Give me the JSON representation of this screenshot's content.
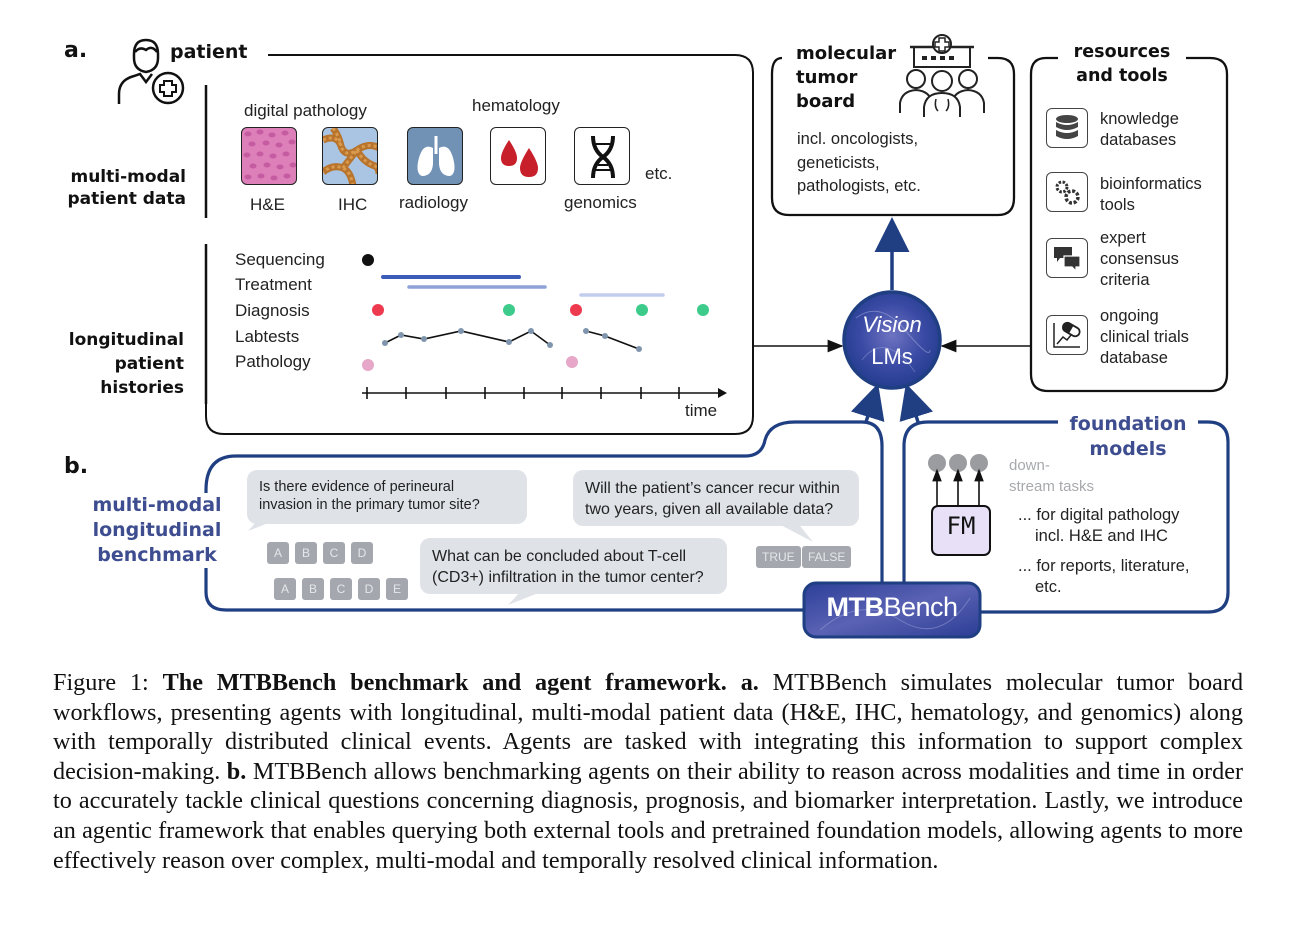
{
  "panel_a": {
    "label": "a.",
    "patient_title": "patient",
    "multimodal_label_line1": "multi-modal",
    "multimodal_label_line2": "patient data",
    "longitudinal_label_line1": "longitudinal",
    "longitudinal_label_line2": "patient",
    "longitudinal_label_line3": "histories",
    "modalities": {
      "digital_pathology_header": "digital pathology",
      "hematology_header": "hematology",
      "he_label": "H&E",
      "ihc_label": "IHC",
      "radiology_label": "radiology",
      "genomics_label": "genomics",
      "etc_label": "etc."
    },
    "timeline": {
      "rows": [
        "Sequencing",
        "Treatment",
        "Diagnosis",
        "Labtests",
        "Pathology"
      ],
      "axis_label": "time",
      "colors": {
        "sequencing": "#111111",
        "treatment_dark": "#3a5bb8",
        "treatment_mid": "#8ea2d8",
        "treatment_light": "#c2cdee",
        "diagnosis_red": "#ee3a4f",
        "diagnosis_green": "#3ccb8a",
        "labtests_point": "#7f95ad",
        "pathology": "#e6a7c8"
      }
    }
  },
  "tumor_board": {
    "title_line1": "molecular",
    "title_line2": "tumor",
    "title_line3": "board",
    "desc_line1": "incl. oncologists,",
    "desc_line2": "geneticists,",
    "desc_line3": "pathologists, etc."
  },
  "resources": {
    "title_line1": "resources",
    "title_line2": "and tools",
    "items": [
      {
        "icon": "database-icon",
        "lines": [
          "knowledge",
          "databases"
        ]
      },
      {
        "icon": "gears-icon",
        "lines": [
          "bioinformatics",
          "tools"
        ]
      },
      {
        "icon": "chat-icon",
        "lines": [
          "expert",
          "consensus",
          "criteria"
        ]
      },
      {
        "icon": "pill-chart-icon",
        "lines": [
          "ongoing",
          "clinical trials",
          "database"
        ]
      }
    ]
  },
  "center": {
    "vision": "Vision",
    "lms": "LMs",
    "accent": "#1f3f82"
  },
  "panel_b": {
    "label": "b.",
    "benchmark_line1": "multi-modal",
    "benchmark_line2": "longitudinal",
    "benchmark_line3": "benchmark",
    "questions": [
      {
        "line1": "Is there evidence of perineural",
        "line2": "invasion in the primary tumor site?"
      },
      {
        "line1": "Will the patient’s cancer recur within",
        "line2": "two years, given all available data?"
      },
      {
        "line1": "What can be concluded about T-cell",
        "line2": "(CD3+) infiltration in the tumor center?"
      }
    ],
    "options_row1": [
      "A",
      "B",
      "C",
      "D"
    ],
    "options_row2": [
      "A",
      "B",
      "C",
      "D",
      "E"
    ],
    "options_tf": [
      "TRUE",
      "FALSE"
    ],
    "brand_bold": "MTB",
    "brand_light": "Bench"
  },
  "foundation": {
    "title_line1": "foundation",
    "title_line2": "models",
    "downstream_line1": "down-",
    "downstream_line2": "stream tasks",
    "fm_label": "FM",
    "item1_line1": "... for digital pathology",
    "item1_line2": "incl. H&E and IHC",
    "item2_line1": "... for reports, literature,",
    "item2_line2": "etc."
  },
  "caption": {
    "fig_label": "Figure 1:",
    "title": "The MTBBench benchmark and agent framework.",
    "a_marker": "a.",
    "a_text": "MTBBench simulates molecular tumor board workflows, presenting agents with longitudinal, multi-modal patient data (H&E, IHC, hematology, and genomics) along with temporally distributed clinical events. Agents are tasked with integrating this information to support complex decision-making.",
    "b_marker": "b.",
    "b_text": "MTBBench allows benchmarking agents on their ability to reason across modalities and time in order to accurately tackle clinical questions concerning diagnosis, prognosis, and biomarker interpretation. Lastly, we introduce an agentic framework that enables querying both external tools and pretrained foundation models, allowing agents to more effectively reason over complex, multi-modal and temporally resolved clinical information."
  }
}
